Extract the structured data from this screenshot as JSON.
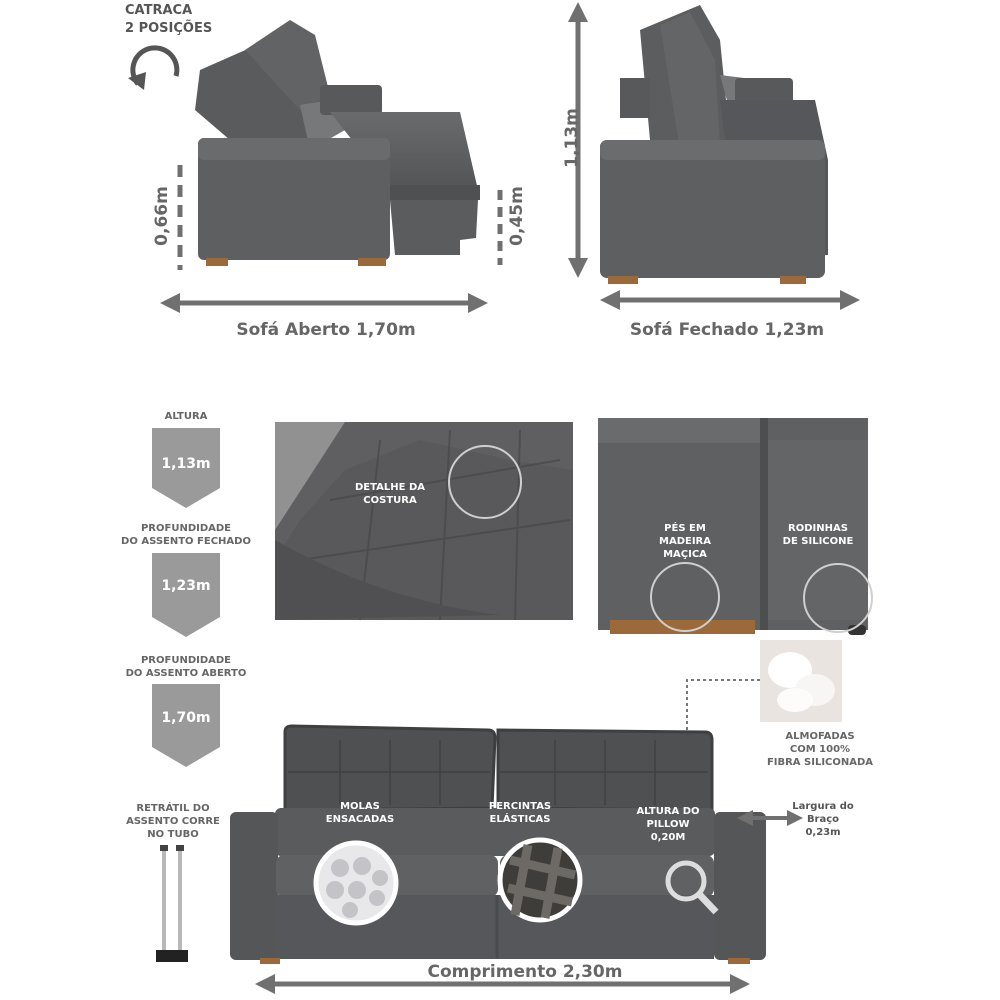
{
  "top": {
    "catraca": "CATRACA\n2 POSIÇÕES",
    "height_back": "0,66m",
    "height_seat": "0,45m",
    "open_label": "Sofá Aberto 1,70m",
    "total_height": "1,13m",
    "closed_label": "Sofá Fechado 1,23m"
  },
  "specs": [
    {
      "title": "ALTURA",
      "value": "1,13m"
    },
    {
      "title": "PROFUNDIDADE\nDO ASSENTO FECHADO",
      "value": "1,23m"
    },
    {
      "title": "PROFUNDIDADE\nDO ASSENTO ABERTO",
      "value": "1,70m"
    }
  ],
  "details": {
    "stitch": "DETALHE DA\nCOSTURA",
    "feet": "PÉS EM\nMADEIRA\nMAÇICA",
    "wheels": "RODINHAS\nDE SILICONE"
  },
  "bottom": {
    "cushion_fill": "ALMOFADAS\nCOM 100%\nFIBRA SILICONADA",
    "springs": "MOLAS\nENSACADAS",
    "webbing": "PERCINTAS\nELÁSTICAS",
    "pillow_height": "ALTURA DO\nPILLOW\n0,20M",
    "arm_width": "Largura do\nBraço\n0,23m",
    "retractable": "RETRÁTIL DO\nASSENTO CORRE\nNO TUBO",
    "length_label": "Comprimento 2,30m"
  },
  "colors": {
    "sofa": "#5e5f61",
    "sofa_dark": "#4a4b4d",
    "arrow": "#707070",
    "tag": "#9a9a9a",
    "wood": "#9c6a3a"
  }
}
